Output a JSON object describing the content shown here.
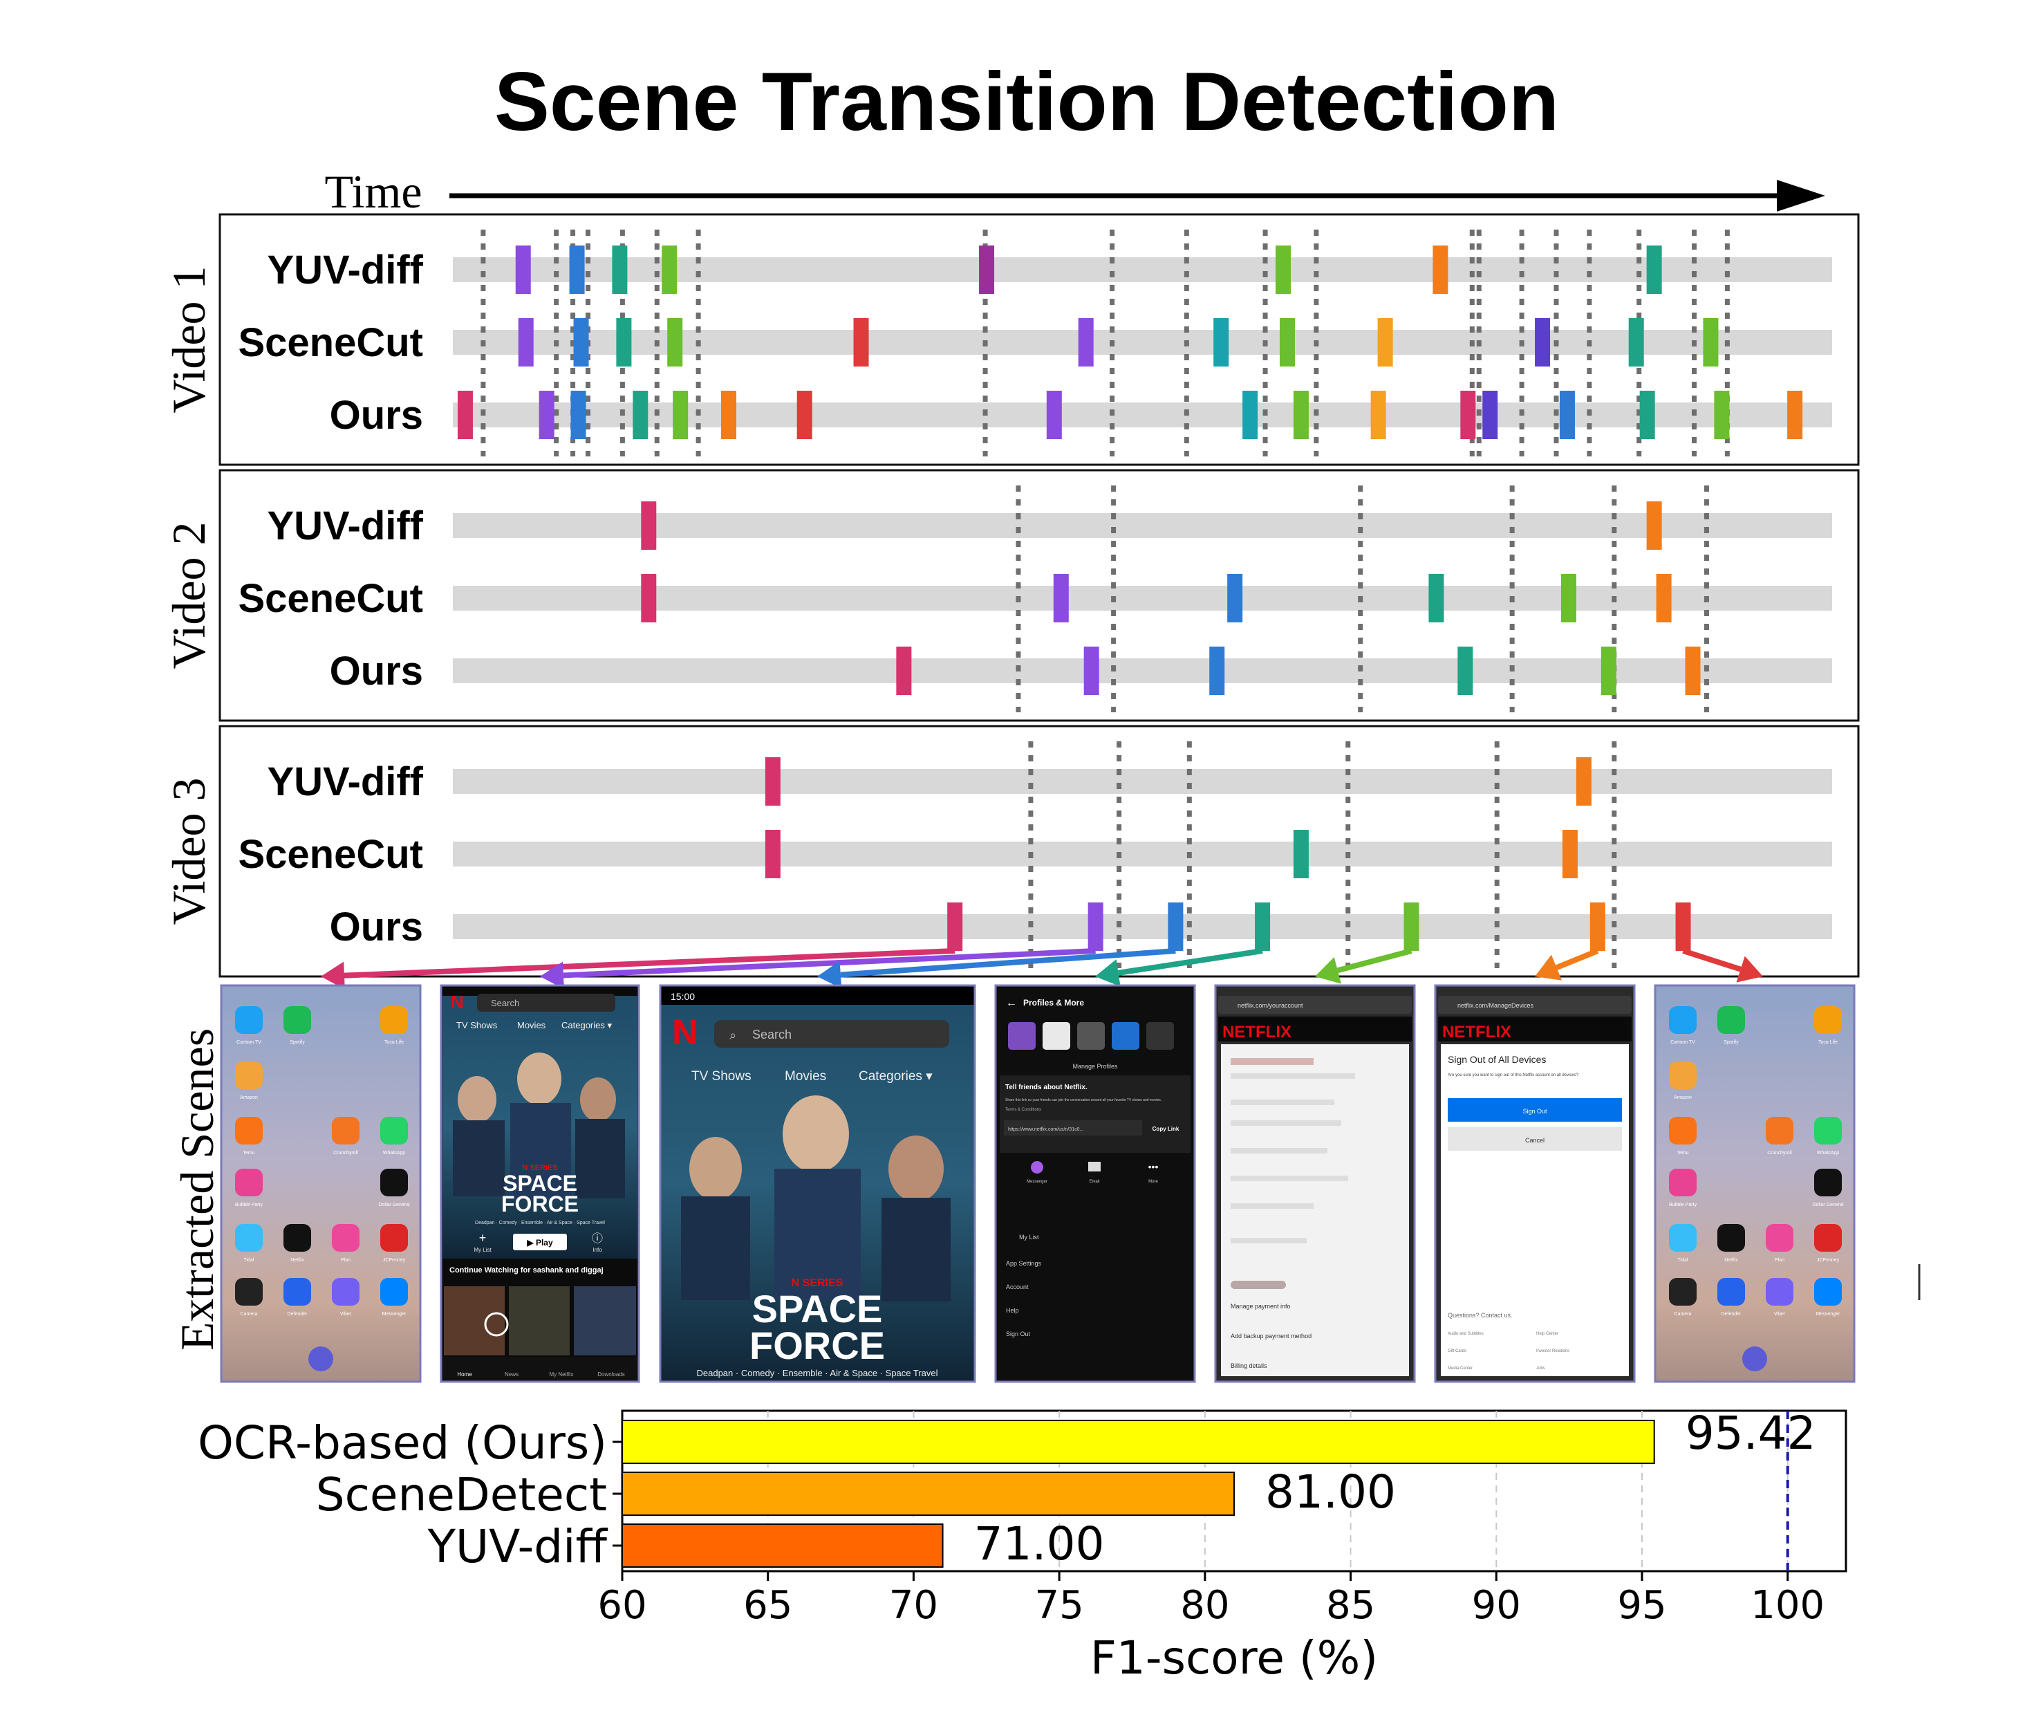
{
  "title": "Scene Transition Detection",
  "time_label": "Time",
  "method_labels": [
    "YUV-diff",
    "SceneCut",
    "Ours"
  ],
  "palette": {
    "pink": "#D6336C",
    "purple": "#8B4BE0",
    "blue": "#2E7BD6",
    "teal": "#1FA386",
    "green": "#6BBE2E",
    "orange": "#F27C1A",
    "red": "#E03A3A",
    "magenta": "#9C2E9C",
    "cyan": "#19A3AE",
    "amber": "#F5A01E",
    "indigo": "#5A3FCF"
  },
  "videos": [
    {
      "label": "Video 1",
      "ground_truth_frac": [
        0.022,
        0.075,
        0.087,
        0.098,
        0.123,
        0.148,
        0.178,
        0.386,
        0.478,
        0.532,
        0.589,
        0.626,
        0.739,
        0.744,
        0.775,
        0.8,
        0.824,
        0.86,
        0.9,
        0.924
      ],
      "rows": [
        {
          "marks": [
            {
              "f": 0.051,
              "c": "purple"
            },
            {
              "f": 0.09,
              "c": "blue"
            },
            {
              "f": 0.121,
              "c": "teal"
            },
            {
              "f": 0.157,
              "c": "green"
            },
            {
              "f": 0.387,
              "c": "magenta"
            },
            {
              "f": 0.602,
              "c": "green"
            },
            {
              "f": 0.716,
              "c": "orange"
            },
            {
              "f": 0.871,
              "c": "teal"
            }
          ]
        },
        {
          "marks": [
            {
              "f": 0.053,
              "c": "purple"
            },
            {
              "f": 0.093,
              "c": "blue"
            },
            {
              "f": 0.124,
              "c": "teal"
            },
            {
              "f": 0.161,
              "c": "green"
            },
            {
              "f": 0.296,
              "c": "red"
            },
            {
              "f": 0.459,
              "c": "purple"
            },
            {
              "f": 0.557,
              "c": "cyan"
            },
            {
              "f": 0.605,
              "c": "green"
            },
            {
              "f": 0.676,
              "c": "amber"
            },
            {
              "f": 0.79,
              "c": "indigo"
            },
            {
              "f": 0.858,
              "c": "teal"
            },
            {
              "f": 0.912,
              "c": "green"
            }
          ]
        },
        {
          "marks": [
            {
              "f": 0.009,
              "c": "pink"
            },
            {
              "f": 0.068,
              "c": "purple"
            },
            {
              "f": 0.091,
              "c": "blue"
            },
            {
              "f": 0.136,
              "c": "teal"
            },
            {
              "f": 0.165,
              "c": "green"
            },
            {
              "f": 0.2,
              "c": "orange"
            },
            {
              "f": 0.255,
              "c": "red"
            },
            {
              "f": 0.436,
              "c": "purple"
            },
            {
              "f": 0.578,
              "c": "cyan"
            },
            {
              "f": 0.615,
              "c": "green"
            },
            {
              "f": 0.671,
              "c": "amber"
            },
            {
              "f": 0.736,
              "c": "pink"
            },
            {
              "f": 0.752,
              "c": "indigo"
            },
            {
              "f": 0.808,
              "c": "blue"
            },
            {
              "f": 0.866,
              "c": "teal"
            },
            {
              "f": 0.92,
              "c": "green"
            },
            {
              "f": 0.973,
              "c": "orange"
            }
          ]
        }
      ]
    },
    {
      "label": "Video 2",
      "ground_truth_frac": [
        0.41,
        0.479,
        0.658,
        0.768,
        0.842,
        0.909
      ],
      "rows": [
        {
          "marks": [
            {
              "f": 0.142,
              "c": "pink"
            },
            {
              "f": 0.871,
              "c": "orange"
            }
          ]
        },
        {
          "marks": [
            {
              "f": 0.142,
              "c": "pink"
            },
            {
              "f": 0.441,
              "c": "purple"
            },
            {
              "f": 0.567,
              "c": "blue"
            },
            {
              "f": 0.713,
              "c": "teal"
            },
            {
              "f": 0.809,
              "c": "green"
            },
            {
              "f": 0.878,
              "c": "orange"
            }
          ]
        },
        {
          "marks": [
            {
              "f": 0.327,
              "c": "pink"
            },
            {
              "f": 0.463,
              "c": "purple"
            },
            {
              "f": 0.554,
              "c": "blue"
            },
            {
              "f": 0.734,
              "c": "teal"
            },
            {
              "f": 0.838,
              "c": "green"
            },
            {
              "f": 0.899,
              "c": "orange"
            }
          ]
        }
      ]
    },
    {
      "label": "Video 3",
      "ground_truth_frac": [
        0.419,
        0.483,
        0.534,
        0.649,
        0.757,
        0.842
      ],
      "rows": [
        {
          "marks": [
            {
              "f": 0.232,
              "c": "pink"
            },
            {
              "f": 0.82,
              "c": "orange"
            }
          ]
        },
        {
          "marks": [
            {
              "f": 0.232,
              "c": "pink"
            },
            {
              "f": 0.615,
              "c": "teal"
            },
            {
              "f": 0.81,
              "c": "orange"
            }
          ]
        },
        {
          "marks": [
            {
              "f": 0.364,
              "c": "pink"
            },
            {
              "f": 0.466,
              "c": "purple"
            },
            {
              "f": 0.524,
              "c": "blue"
            },
            {
              "f": 0.587,
              "c": "teal"
            },
            {
              "f": 0.695,
              "c": "green"
            },
            {
              "f": 0.83,
              "c": "orange"
            },
            {
              "f": 0.892,
              "c": "red"
            }
          ]
        }
      ]
    }
  ],
  "extracted_label": "Extracted Scenes",
  "scene_link_colors": [
    "pink",
    "purple",
    "blue",
    "teal",
    "green",
    "orange",
    "red"
  ],
  "scenes": {
    "s1": {
      "apps": [
        "Cartoon TV",
        "Spotify",
        "Toca Life",
        "Amazon",
        "",
        "",
        "Temu",
        "Crunchyroll",
        "WhatsApp",
        "Bubble Party",
        "",
        "Dollar General",
        "Tidal",
        "Netflix",
        "Plan",
        "JCPenney",
        "Camera",
        "Defender",
        "Viber",
        "Messenger"
      ]
    },
    "s2": {
      "search": "Search",
      "tabs": [
        "TV Shows",
        "Movies",
        "Categories ▾"
      ],
      "netflix_series": "N SERIES",
      "show_title_1": "SPACE",
      "show_title_2": "FORCE",
      "genres": "Deadpan · Comedy · Ensemble · Air & Space · Space Travel",
      "mylist": "My List",
      "play": "▶ Play",
      "info": "Info",
      "continue": "Continue Watching for sashank and diggaj",
      "nav": [
        "Home",
        "News",
        "My Netflix",
        "Downloads"
      ]
    },
    "s3": {
      "status_time": "15:00",
      "search": "Search",
      "tabs": [
        "TV Shows",
        "Movies",
        "Categories ▾"
      ],
      "netflix_series": "N SERIES",
      "show_title_1": "SPACE",
      "show_title_2": "FORCE",
      "genres": "Deadpan · Comedy · Ensemble · Air & Space · Space Travel"
    },
    "s4": {
      "header": "Profiles & More",
      "manage": "Manage Profiles",
      "tell": "Tell friends about Netflix.",
      "tell_body": "Share this link so your friends can join the conversation around all your favorite TV shows and movies.",
      "terms": "Terms & Conditions",
      "link": "https://www.netflix.com/us/n/31c0...",
      "copy": "Copy Link",
      "share": [
        "Messenger",
        "Email",
        "More"
      ],
      "menu": [
        "My List",
        "App Settings",
        "Account",
        "Help",
        "Sign Out"
      ]
    },
    "s5": {
      "url": "netflix.com/youraccount",
      "brand": "NETFLIX",
      "items": [
        "Manage payment info",
        "Add backup payment method",
        "Billing details"
      ]
    },
    "s6": {
      "url": "netflix.com/ManageDevices",
      "brand": "NETFLIX",
      "heading": "Sign Out of All Devices",
      "body": "Are you sure you want to sign out of this Netflix account on all devices?",
      "btn": "Sign Out",
      "cancel": "Cancel",
      "questions": "Questions? Contact us.",
      "links": [
        "Audio and Subtitles",
        "Help Center",
        "Gift Cards",
        "Investor Relations",
        "Media Center",
        "Jobs"
      ]
    },
    "s7": {
      "apps": [
        "Cartoon TV",
        "Spotify",
        "Toca Life",
        "Amazon",
        "",
        "",
        "Temu",
        "Crunchyroll",
        "WhatsApp",
        "Bubble Party",
        "",
        "Dollar General",
        "Tidal",
        "Netflix",
        "Plan",
        "JCPenney",
        "Camera",
        "Defender",
        "Viber",
        "Messenger"
      ]
    }
  },
  "chart_data": {
    "type": "bar",
    "orientation": "horizontal",
    "categories": [
      "OCR-based (Ours)",
      "SceneDetect",
      "YUV-diff"
    ],
    "values": [
      95.42,
      81.0,
      71.0
    ],
    "value_labels": [
      "95.42",
      "81.00",
      "71.00"
    ],
    "colors": [
      "#FFFF00",
      "#FFA500",
      "#FF6600"
    ],
    "xlabel": "F1-score (%)",
    "xlim": [
      60,
      102
    ],
    "xticks": [
      60,
      65,
      70,
      75,
      80,
      85,
      90,
      95,
      100
    ],
    "grid": "vertical dashed",
    "reference_line": 100
  }
}
